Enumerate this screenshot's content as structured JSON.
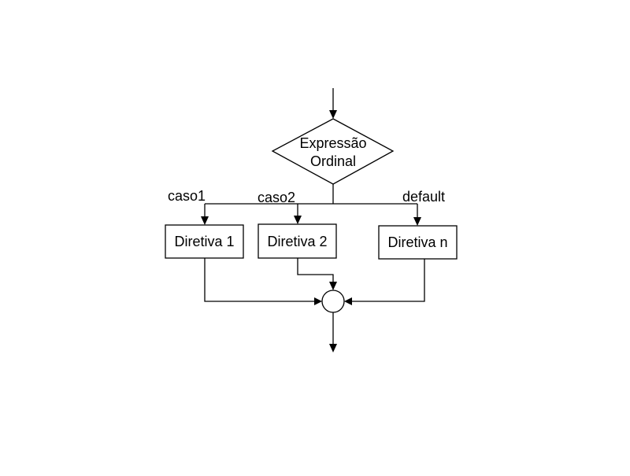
{
  "decision": {
    "line1": "Expressão",
    "line2": "Ordinal"
  },
  "branches": {
    "case1_label": "caso1",
    "case2_label": "caso2",
    "default_label": "default"
  },
  "boxes": {
    "box1": "Diretiva 1",
    "box2": "Diretiva 2",
    "boxn": "Diretiva n"
  },
  "colors": {
    "line": "#000000",
    "background": "#ffffff"
  }
}
